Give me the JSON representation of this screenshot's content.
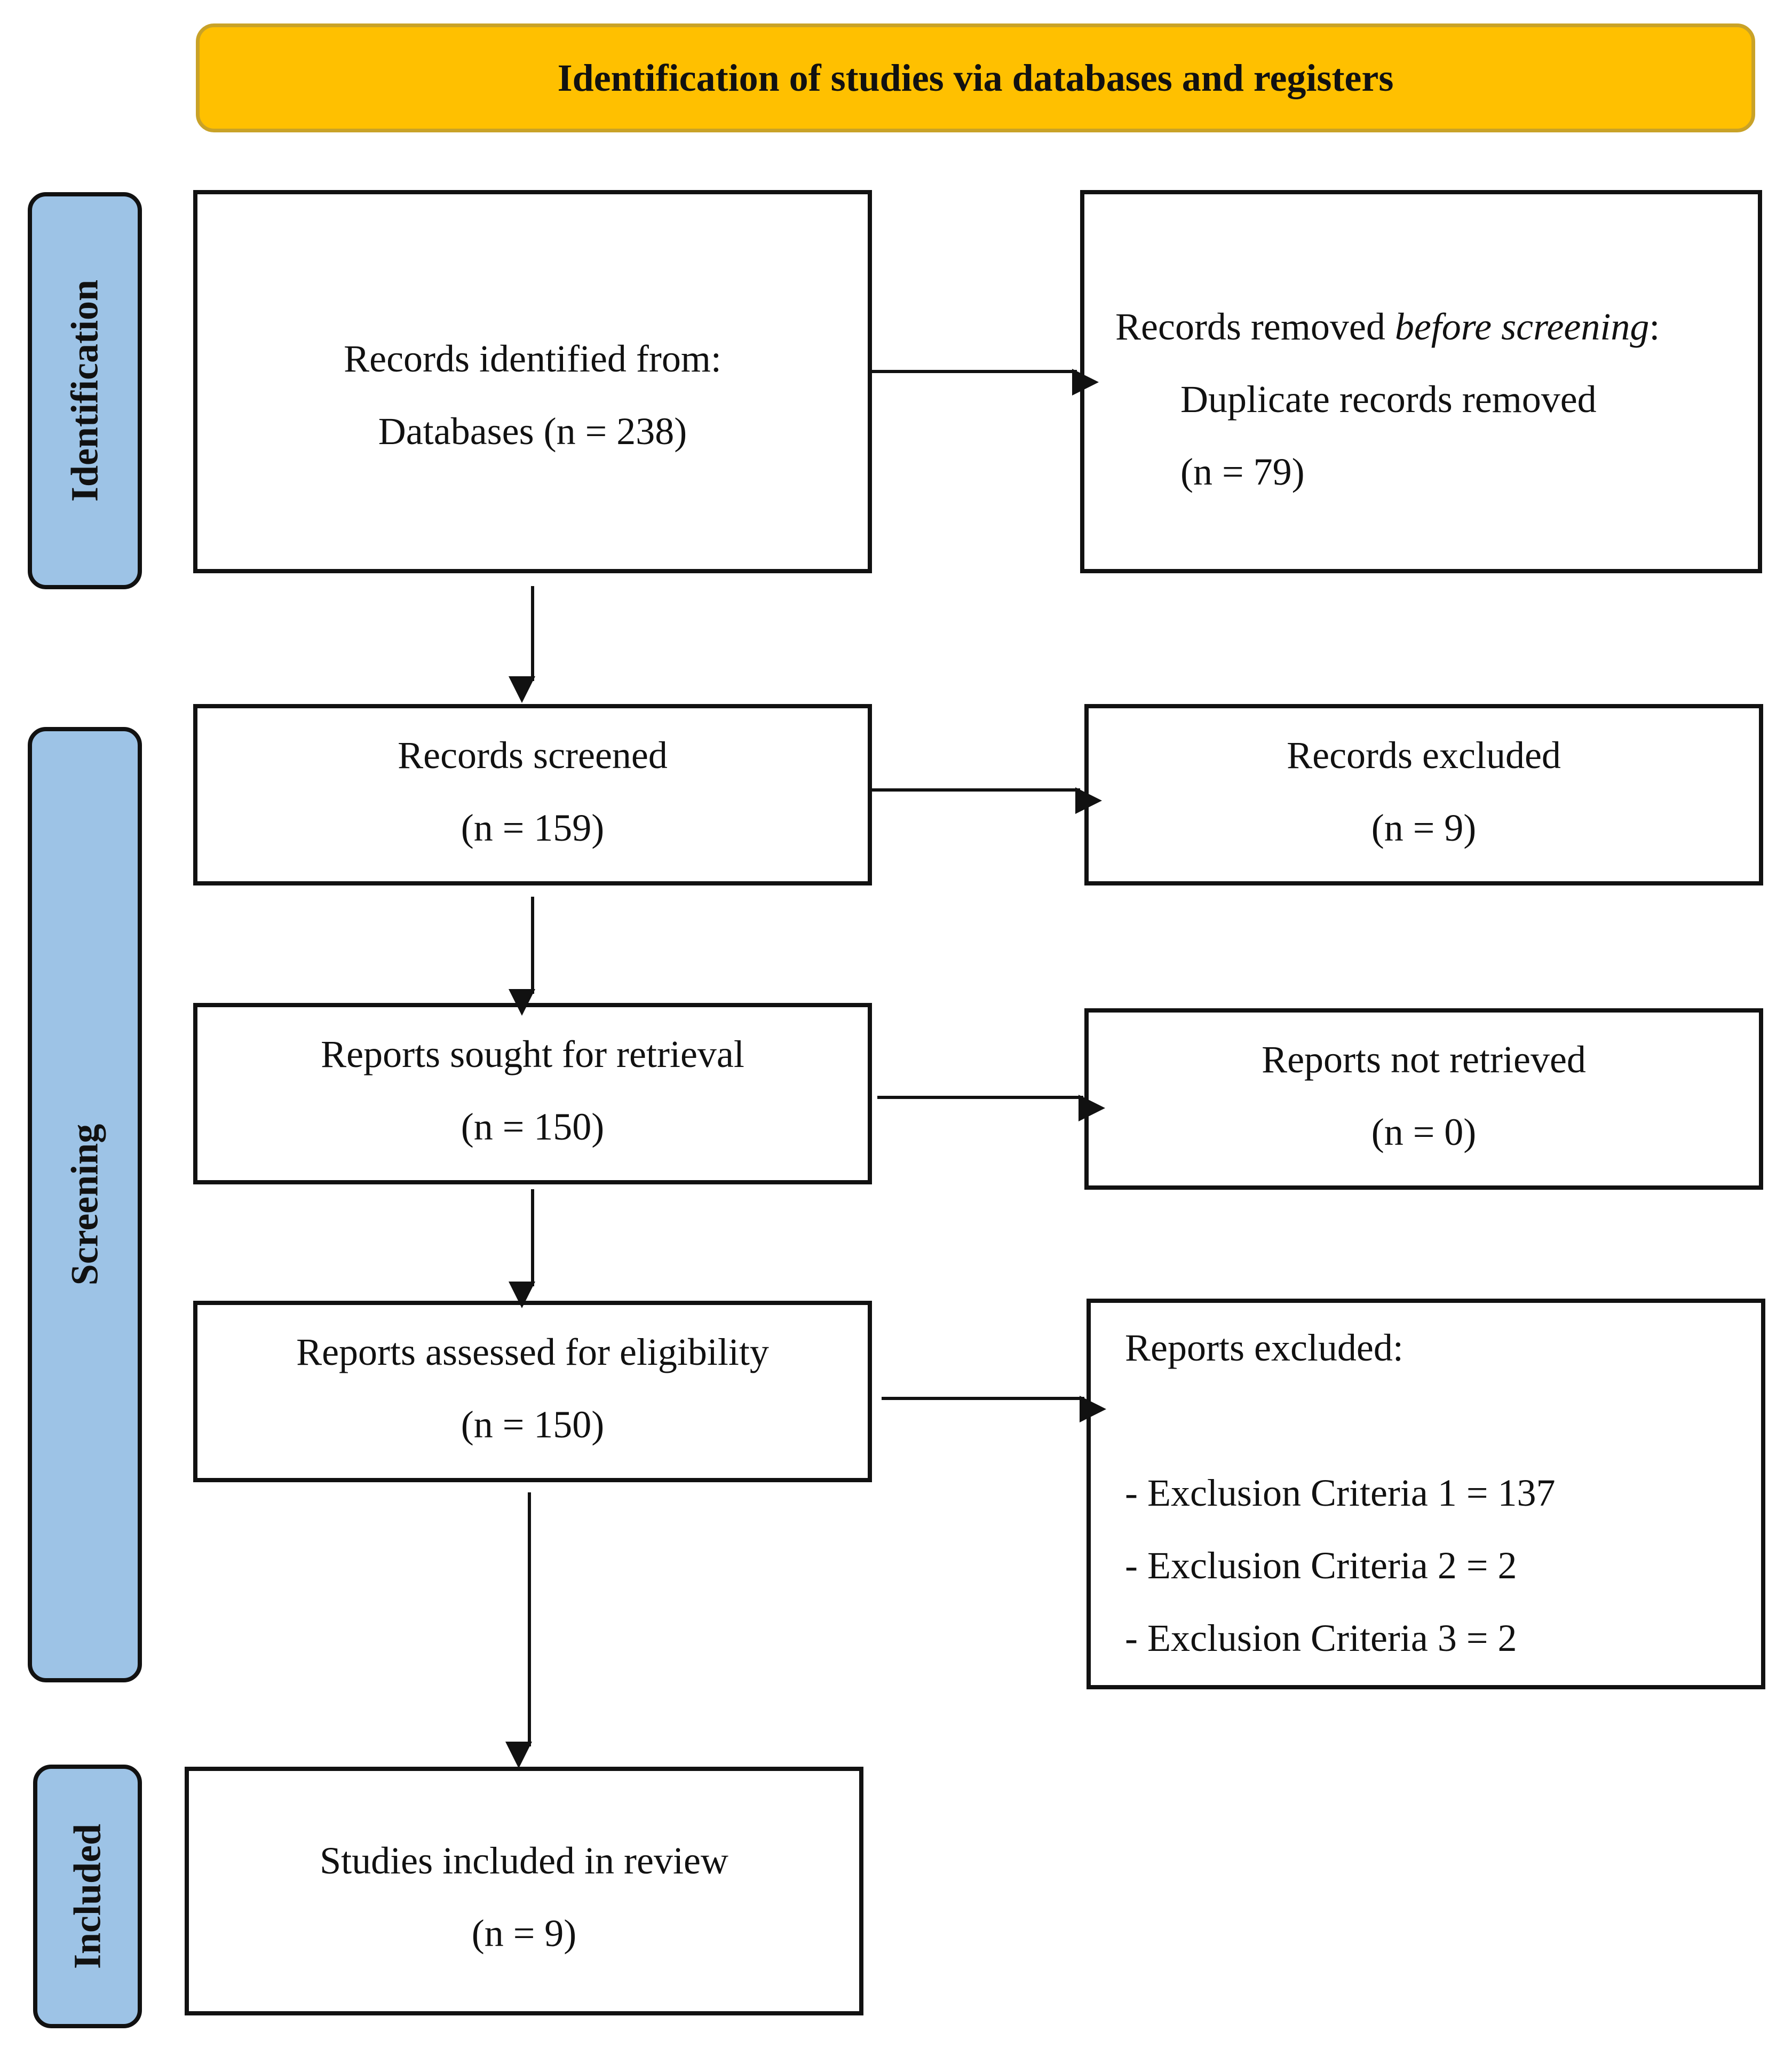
{
  "header": {
    "title": "Identification of studies via databases and registers"
  },
  "phases": {
    "identification": "Identification",
    "screening": "Screening",
    "included": "Included"
  },
  "boxes": {
    "records_identified": {
      "line1": "Records identified from:",
      "line2": "Databases (n = 238)"
    },
    "records_removed": {
      "line1_prefix": "Records removed ",
      "line1_italic": "before screening",
      "line1_suffix": ":",
      "line2": "Duplicate records removed",
      "line3": "(n = 79)"
    },
    "records_screened": {
      "line1": "Records screened",
      "line2": "(n = 159)"
    },
    "records_excluded": {
      "line1": "Records excluded",
      "line2": "(n = 9)"
    },
    "reports_sought": {
      "line1": "Reports sought for retrieval",
      "line2": "(n = 150)"
    },
    "reports_not_retrieved": {
      "line1": "Reports not retrieved",
      "line2": "(n = 0)"
    },
    "reports_assessed": {
      "line1": "Reports assessed for eligibility",
      "line2": "(n = 150)"
    },
    "reports_excluded": {
      "title": "Reports excluded:",
      "items": [
        "- Exclusion Criteria 1 = 137",
        "- Exclusion Criteria 2 = 2",
        "- Exclusion Criteria 3 = 2"
      ]
    },
    "studies_included": {
      "line1": "Studies included in review",
      "line2": "(n = 9)"
    }
  },
  "colors": {
    "header_fill": "#FFC000",
    "header_border": "#C9A227",
    "phase_fill": "#9DC3E6",
    "line": "#111111"
  }
}
